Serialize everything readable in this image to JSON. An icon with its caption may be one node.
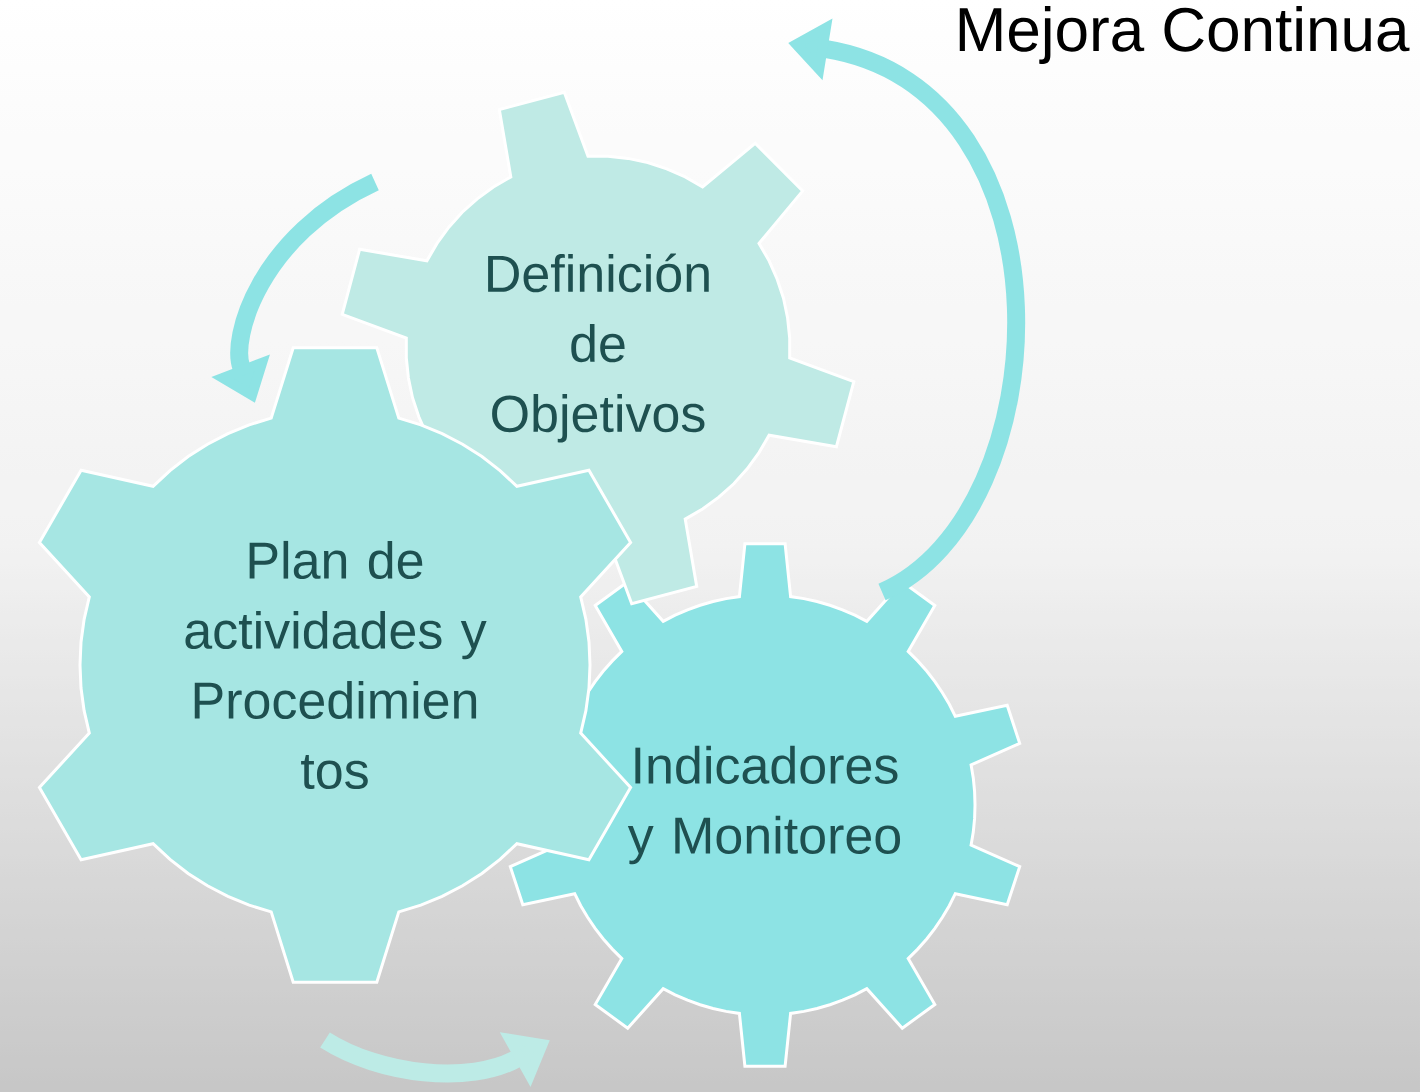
{
  "diagram": {
    "title": "Mejora Continua",
    "nodes": [
      {
        "text": [
          "Definición de Objetivos"
        ]
      },
      {
        "text": [
          "Plan de actividades y Procedimien tos"
        ]
      },
      {
        "text": [
          "Indicadores y Monitoreo"
        ]
      }
    ],
    "edges": [
      {
        "from": 0,
        "to": 1,
        "arrow": "to"
      },
      {
        "from": 1,
        "to": 2,
        "arrow": "to",
        "color": "#bdebe6"
      },
      {
        "from": 2,
        "to": 0,
        "arrow": "to"
      }
    ]
  }
}
